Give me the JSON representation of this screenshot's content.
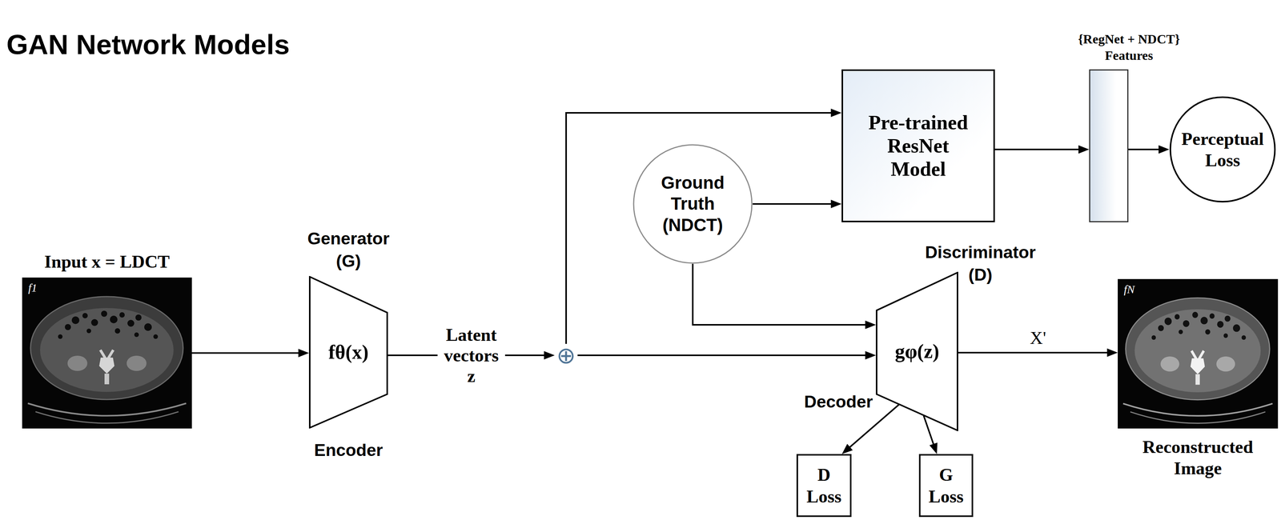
{
  "diagram": {
    "title": "GAN Network Models",
    "nodes": [
      {
        "text": [
          "Input x = LDCT",
          "f1"
        ]
      },
      {
        "text": [
          "Generator (G)",
          "fθ(x)",
          "Encoder"
        ]
      },
      {
        "text": [
          "⊕"
        ]
      },
      {
        "text": [
          "Pre-trained ResNet Model"
        ]
      },
      {
        "text": [
          "Ground Truth (NDCT)"
        ]
      },
      {
        "text": [
          "{RegNet + NDCT} Features"
        ]
      },
      {
        "text": [
          "Perceptual Loss"
        ]
      },
      {
        "text": [
          "Discriminator (D)",
          "gφ(z)",
          "Decoder"
        ]
      },
      {
        "text": [
          "fN",
          "Reconstructed Image"
        ]
      },
      {
        "text": [
          "D Loss"
        ]
      },
      {
        "text": [
          "G Loss"
        ]
      }
    ],
    "edges": [
      {
        "from": 0,
        "to": 1,
        "arrow": "to"
      },
      {
        "from": 1,
        "to": 2,
        "label": "Latent vectors z",
        "arrow": "to"
      },
      {
        "from": 2,
        "to": 3,
        "arrow": "to"
      },
      {
        "from": 4,
        "to": 3,
        "arrow": "to"
      },
      {
        "from": 2,
        "to": 7,
        "arrow": "to"
      },
      {
        "from": 4,
        "to": 7,
        "arrow": "to"
      },
      {
        "from": 3,
        "to": 5,
        "arrow": "to"
      },
      {
        "from": 5,
        "to": 6,
        "arrow": "to"
      },
      {
        "from": 7,
        "to": 8,
        "label": "X'",
        "arrow": "to"
      },
      {
        "from": 7,
        "to": 9,
        "arrow": "to"
      },
      {
        "from": 7,
        "to": 10,
        "arrow": "to"
      }
    ]
  }
}
